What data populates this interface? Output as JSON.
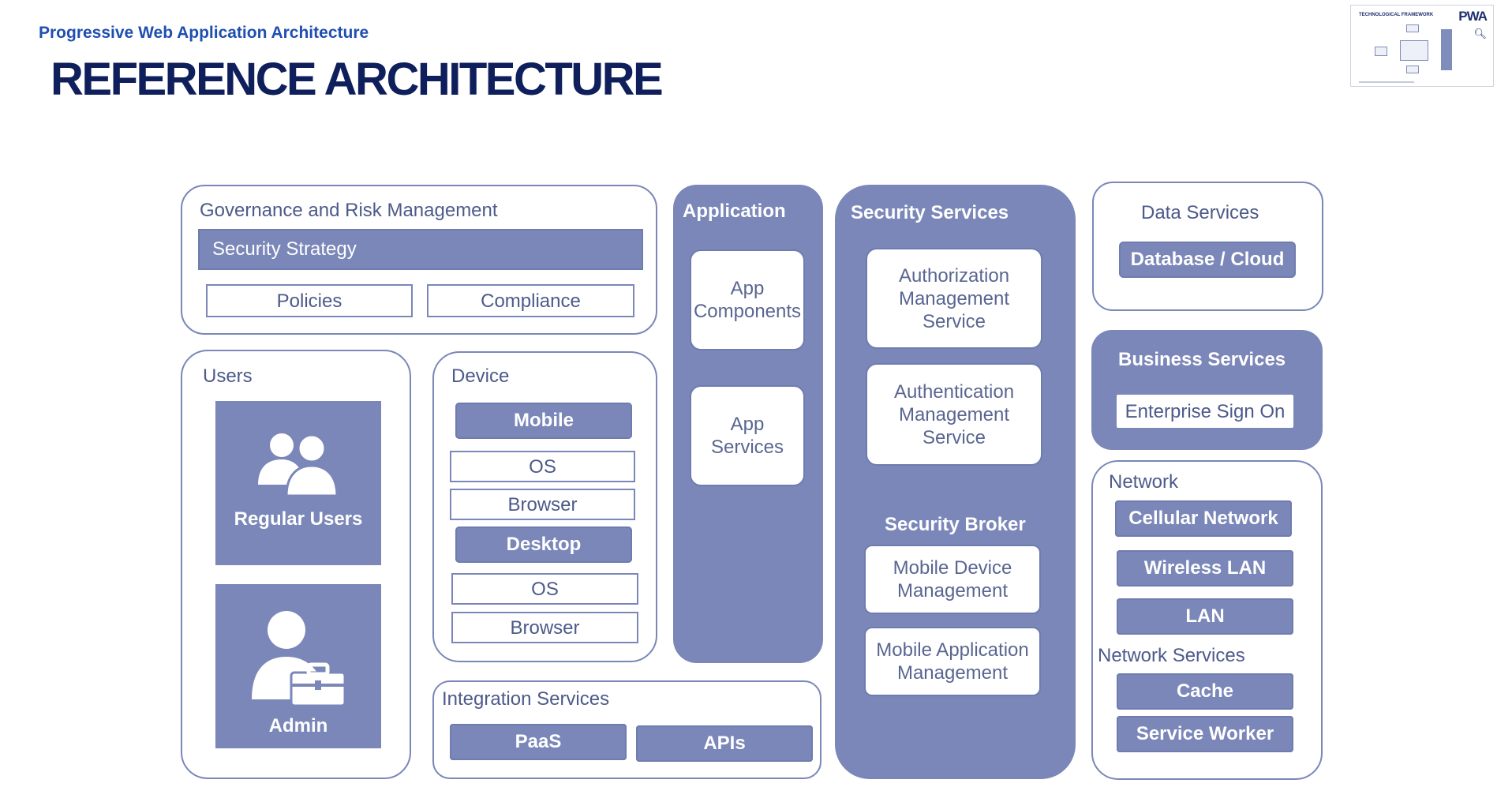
{
  "header": {
    "subtitle": "Progressive Web Application Architecture",
    "title": "REFERENCE ARCHITECTURE"
  },
  "thumbnail": {
    "heading": "TECHNOLOGICAL FRAMEWORK",
    "logo": "PWA"
  },
  "governance": {
    "label": "Governance and Risk Management",
    "strategy": "Security Strategy",
    "policies": "Policies",
    "compliance": "Compliance"
  },
  "users": {
    "label": "Users",
    "regular": "Regular Users",
    "admin": "Admin"
  },
  "device": {
    "label": "Device",
    "mobile": "Mobile",
    "mobile_os": "OS",
    "mobile_browser": "Browser",
    "desktop": "Desktop",
    "desktop_os": "OS",
    "desktop_browser": "Browser"
  },
  "application": {
    "label": "Application",
    "components_line1": "App",
    "components_line2": "Components",
    "services_line1": "App",
    "services_line2": "Services"
  },
  "integration": {
    "label": "Integration Services",
    "paas": "PaaS",
    "apis": "APIs"
  },
  "security": {
    "label": "Security Services",
    "authz": [
      "Authorization",
      "Management",
      "Service"
    ],
    "authn": [
      "Authentication",
      "Management",
      "Service"
    ],
    "broker_label": "Security Broker",
    "mdm": [
      "Mobile Device",
      "Management"
    ],
    "mam": [
      "Mobile Application",
      "Management"
    ]
  },
  "data_services": {
    "label": "Data Services",
    "database": "Database / Cloud"
  },
  "business_services": {
    "label": "Business Services",
    "sso": "Enterprise Sign On"
  },
  "network": {
    "label": "Network",
    "cellular": "Cellular Network",
    "wlan": "Wireless LAN",
    "lan": "LAN",
    "services_label": "Network Services",
    "cache": "Cache",
    "service_worker": "Service Worker"
  },
  "icons": {
    "regular_users": "users-group-icon",
    "admin": "admin-toolbox-icon"
  }
}
